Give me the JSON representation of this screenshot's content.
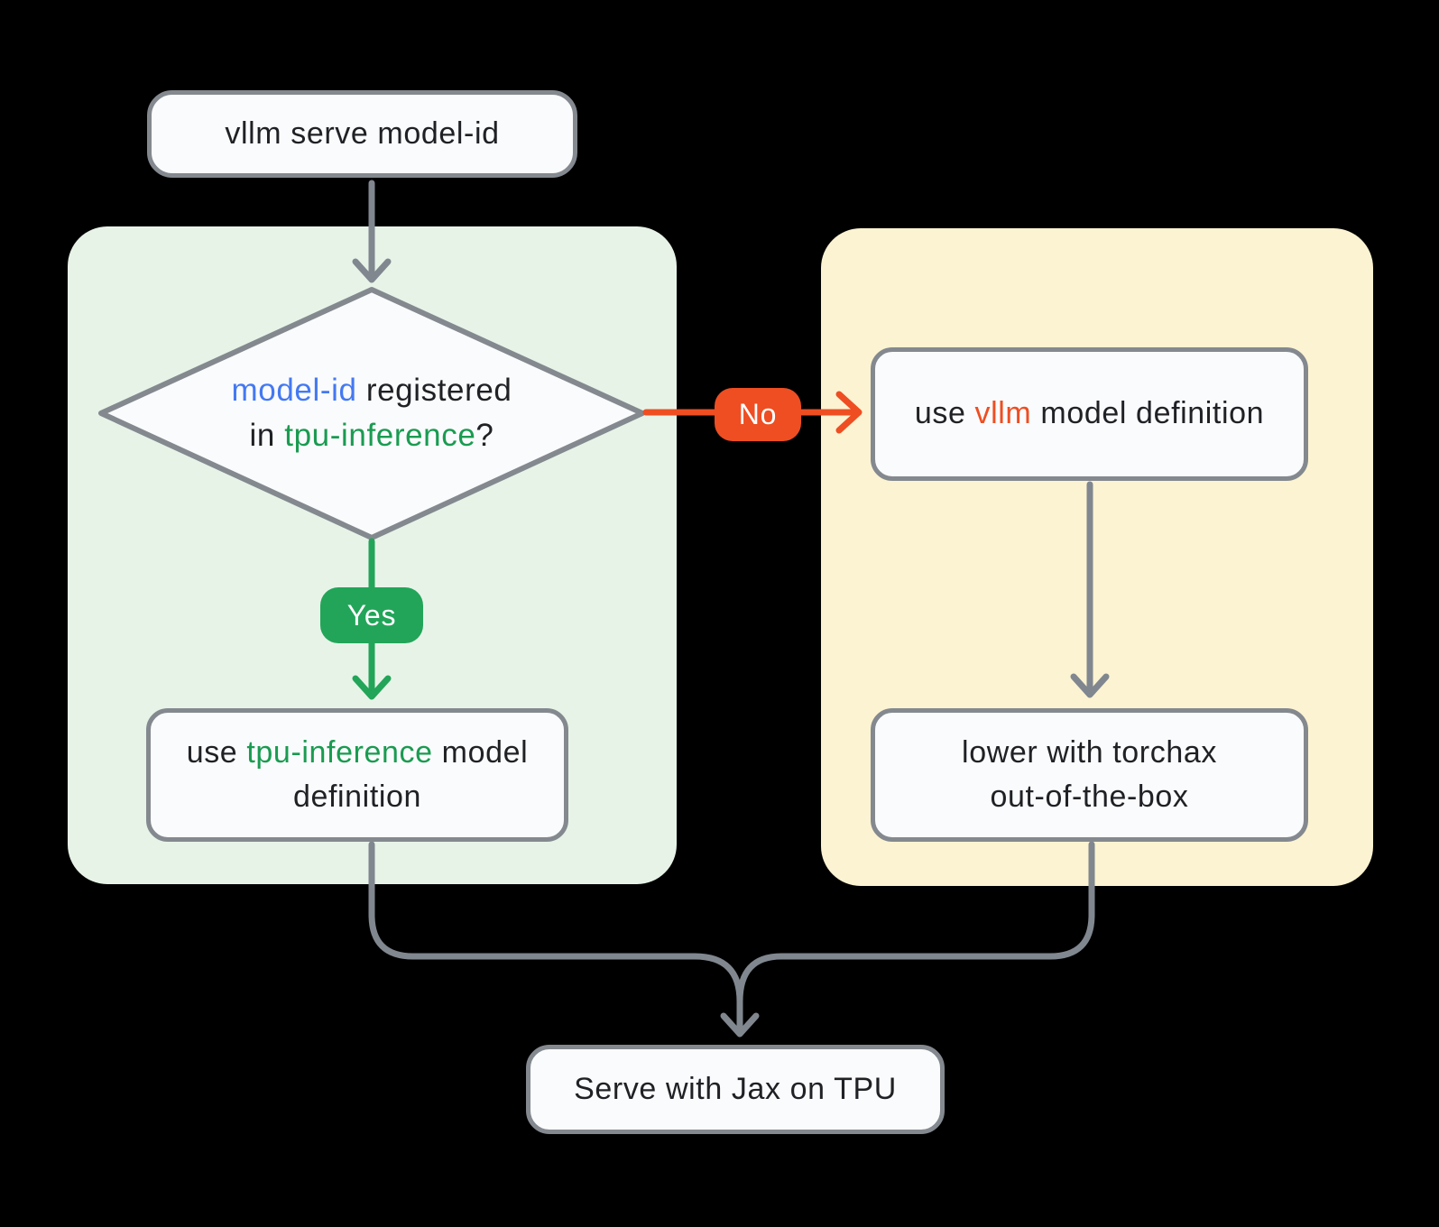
{
  "colors": {
    "bg": "#000000",
    "panel_green": "#e8f3e8",
    "panel_yellow": "#fcf3d2",
    "node_fill": "#fafbfc",
    "node_border": "#84898f",
    "arrow_gray": "#80878f",
    "accent_green": "#22a559",
    "accent_green_text": "#1a9b51",
    "accent_orange": "#ee4e22",
    "accent_blue": "#4379f2",
    "text_dark": "#1f2125"
  },
  "nodes": {
    "start": {
      "label": "vllm serve model-id"
    },
    "decision": {
      "line1_highlight": "model-id",
      "line1_rest": " registered",
      "line2_pre": "in ",
      "line2_highlight": "tpu-inference",
      "line2_post": "?"
    },
    "yes_result": {
      "pre": "use ",
      "highlight": "tpu-inference",
      "post": " model definition"
    },
    "no_result": {
      "pre": "use ",
      "highlight": "vllm",
      "post": " model definition"
    },
    "lower_step": {
      "line1": "lower with torchax",
      "line2": "out-of-the-box"
    },
    "end": {
      "label": "Serve with Jax on TPU"
    }
  },
  "edges": {
    "yes_label": "Yes",
    "no_label": "No"
  }
}
